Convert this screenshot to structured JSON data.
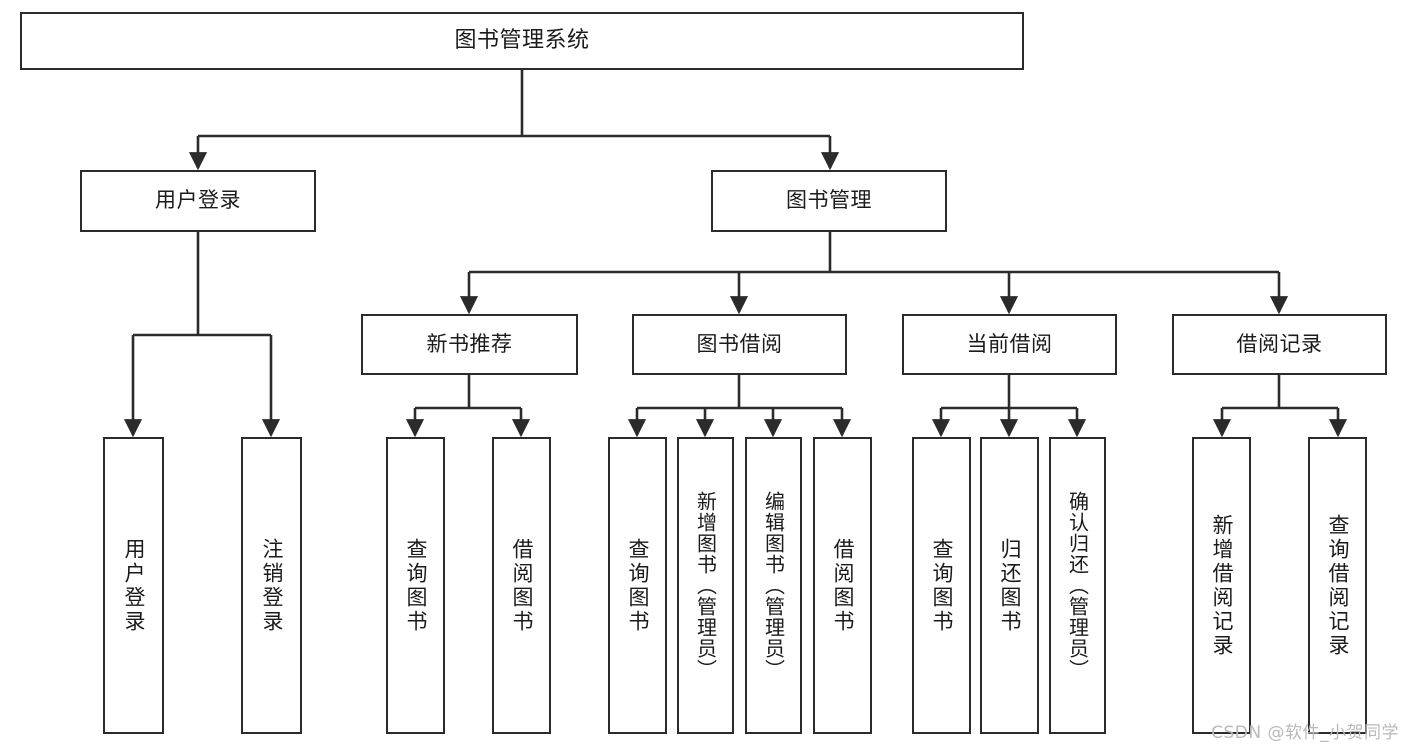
{
  "diagram": {
    "title": "图书管理系统",
    "type": "tree-hierarchy-diagram",
    "watermark": "CSDN @软件_小贺同学",
    "colors": {
      "background": "#ffffff",
      "border": "#2b2b2b",
      "text": "#1b1b1b",
      "edge": "#2b2b2b",
      "watermark": "#b9b9b9"
    },
    "nodes": {
      "root": {
        "label": "图书管理系统"
      },
      "level2": [
        {
          "id": "user-login",
          "label": "用户登录"
        },
        {
          "id": "book-manage",
          "label": "图书管理"
        }
      ],
      "level3": [
        {
          "id": "new-book-recommend",
          "label": "新书推荐"
        },
        {
          "id": "book-borrow",
          "label": "图书借阅"
        },
        {
          "id": "current-borrow",
          "label": "当前借阅"
        },
        {
          "id": "borrow-record",
          "label": "借阅记录"
        }
      ],
      "leaves": {
        "user-login": [
          {
            "id": "leaf-user-login",
            "label": "用户登录"
          },
          {
            "id": "leaf-logout",
            "label": "注销登录"
          }
        ],
        "new-book-recommend": [
          {
            "id": "leaf-query-book-1",
            "label": "查询图书"
          },
          {
            "id": "leaf-borrow-book-1",
            "label": "借阅图书"
          }
        ],
        "book-borrow": [
          {
            "id": "leaf-query-book-2",
            "label": "查询图书"
          },
          {
            "id": "leaf-add-book",
            "label": "新增图书（管理员）"
          },
          {
            "id": "leaf-edit-book",
            "label": "编辑图书（管理员）"
          },
          {
            "id": "leaf-borrow-book-2",
            "label": "借阅图书"
          }
        ],
        "current-borrow": [
          {
            "id": "leaf-query-book-3",
            "label": "查询图书"
          },
          {
            "id": "leaf-return-book",
            "label": "归还图书"
          },
          {
            "id": "leaf-confirm-return",
            "label": "确认归还（管理员）"
          }
        ],
        "borrow-record": [
          {
            "id": "leaf-add-record",
            "label": "新增借阅记录"
          },
          {
            "id": "leaf-query-record",
            "label": "查询借阅记录"
          }
        ]
      }
    }
  }
}
